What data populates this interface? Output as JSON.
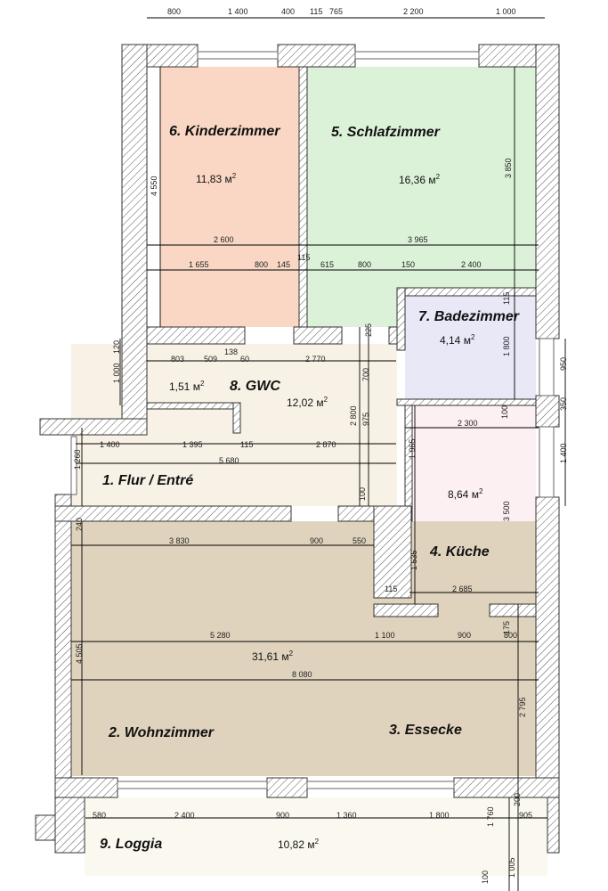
{
  "rooms": [
    {
      "id": "kinderzimmer",
      "name": "6. Kinderzimmer",
      "area": "11,83 м",
      "color": "#f9d7c4"
    },
    {
      "id": "schlafzimmer",
      "name": "5. Schlafzimmer",
      "area": "16,36 м",
      "color": "#dcf2d8"
    },
    {
      "id": "badezimmer",
      "name": "7. Badezimmer",
      "area": "4,14 м",
      "color": "#e9e8f7"
    },
    {
      "id": "gwc",
      "name": "8. GWC",
      "area": "1,51 м",
      "color": "#e6f4cc"
    },
    {
      "id": "flur",
      "name": "1. Flur / Entré",
      "area": "12,02 м",
      "color": "#f8f2e6"
    },
    {
      "id": "kueche",
      "name": "4. Küche",
      "area": "8,64 м",
      "color": "#fdf0f2"
    },
    {
      "id": "wohnzimmer",
      "name": "2. Wohnzimmer",
      "area": "31,61 м",
      "color": "#e0d3bd"
    },
    {
      "id": "essecke",
      "name": "3. Essecke",
      "area": "",
      "color": "#e0d3bd"
    },
    {
      "id": "loggia",
      "name": "9. Loggia",
      "area": "10,82 м",
      "color": "#fbf9ef"
    }
  ],
  "area_unit_exponent": "2",
  "dimensions": {
    "top": [
      "800",
      "1 400",
      "400",
      "115",
      "765",
      "2 200",
      "1 000"
    ],
    "kinder_height": "4 550",
    "schlaf_height": "3 850",
    "row1": [
      "2 600",
      "3 965"
    ],
    "row2": [
      "1 655",
      "800",
      "145",
      "115",
      "615",
      "800",
      "150",
      "2 400"
    ],
    "bad": [
      "115",
      "1 800",
      "100"
    ],
    "gwc_row": [
      "803",
      "509",
      "138",
      "60",
      "2 770"
    ],
    "gwc_height": "700",
    "flur_vert": [
      "225",
      "975",
      "2 800",
      "100"
    ],
    "left_small": [
      "1 000",
      "120"
    ],
    "right_bad": [
      "950",
      "350",
      "1 400"
    ],
    "kueche_row": "2 300",
    "kueche_vert": [
      "1 965",
      "3 500"
    ],
    "flur_row1": [
      "1 400",
      "1 395",
      "115",
      "2 870"
    ],
    "flur_row2": "5 680",
    "flur_left": "1 260",
    "wohn_left": "240",
    "wohn_row": [
      "3 830",
      "900",
      "550"
    ],
    "kueche_bottom": [
      "1 535",
      "115",
      "2 685"
    ],
    "wohn_row2": [
      "5 280",
      "1 100",
      "900",
      "800"
    ],
    "wohn_height": "4 505",
    "wohn_total": "8 080",
    "essecke_right": [
      "175",
      "2 795"
    ],
    "loggia_row": [
      "580",
      "2 400",
      "900",
      "1 360",
      "1 800"
    ],
    "loggia_right": [
      "200",
      "905",
      "1 760",
      "100",
      "1 005"
    ]
  }
}
